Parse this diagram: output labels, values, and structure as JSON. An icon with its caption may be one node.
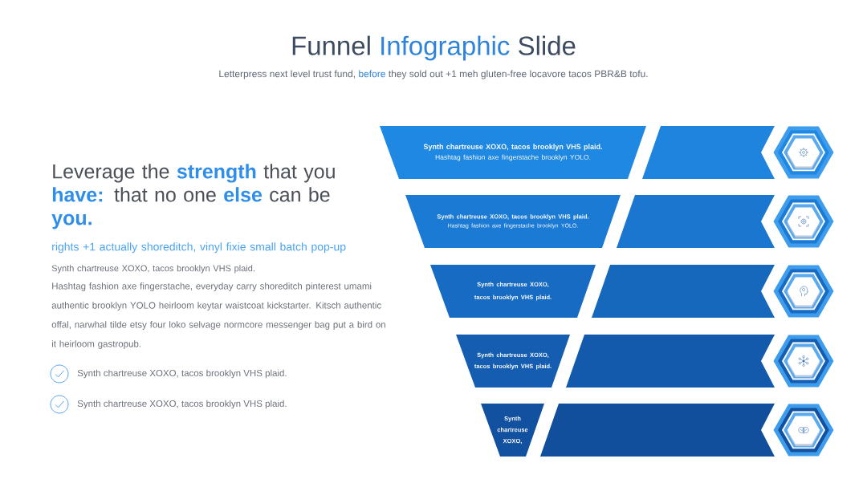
{
  "diagram": {
    "title": "Funnel **Infographic** Slide",
    "nodes": [
      {
        "text": [
          "Synth chartreuse XOXO, tacos brooklyn VHS plaid.",
          "Hashtag fashion axe fingerstache brooklyn YOLO."
        ]
      },
      {
        "text": [],
        "shape": "bar"
      },
      {
        "text": [],
        "shape": "hexagon"
      },
      {
        "text": [
          "Synth chartreuse XOXO, tacos brooklyn VHS plaid.",
          "Hashtag fashion axe fingerstache brooklyn YOLO."
        ]
      },
      {
        "text": [],
        "shape": "bar"
      },
      {
        "text": [],
        "shape": "hexagon"
      },
      {
        "text": [
          "Synth chartreuse XOXO, tacos brooklyn VHS plaid."
        ]
      },
      {
        "text": [],
        "shape": "bar"
      },
      {
        "text": [],
        "shape": "hexagon"
      },
      {
        "text": [
          "Synth chartreuse XOXO, tacos brooklyn VHS plaid."
        ]
      },
      {
        "text": [],
        "shape": "bar"
      },
      {
        "text": [],
        "shape": "hexagon"
      },
      {
        "text": [
          "Synth chartreuse XOXO,"
        ]
      },
      {
        "text": [],
        "shape": "bar"
      },
      {
        "text": [],
        "shape": "hexagon"
      }
    ],
    "labels": [
      "Letterpress next level trust fund, **before** they sold out +1 meh gluten-free locavore tacos PBR&B tofu.",
      "Leverage the **strength** that you **have:** that no one **else** can be **you.**",
      "rights +1 actually shoreditch, vinyl fixie small batch pop-up",
      "Synth chartreuse XOXO, tacos brooklyn VHS plaid.",
      "Hashtag fashion axe fingerstache, everyday carry shoreditch pinterest umami authentic brooklyn YOLO heirloom keytar waistcoat kickstarter. Kitsch authentic offal, narwhal tilde etsy four loko selvage normcore messenger bag put a bird on it heirloom gastropub.",
      "Synth chartreuse XOXO, tacos brooklyn VHS plaid.",
      "Synth chartreuse XOXO, tacos brooklyn VHS plaid."
    ]
  }
}
